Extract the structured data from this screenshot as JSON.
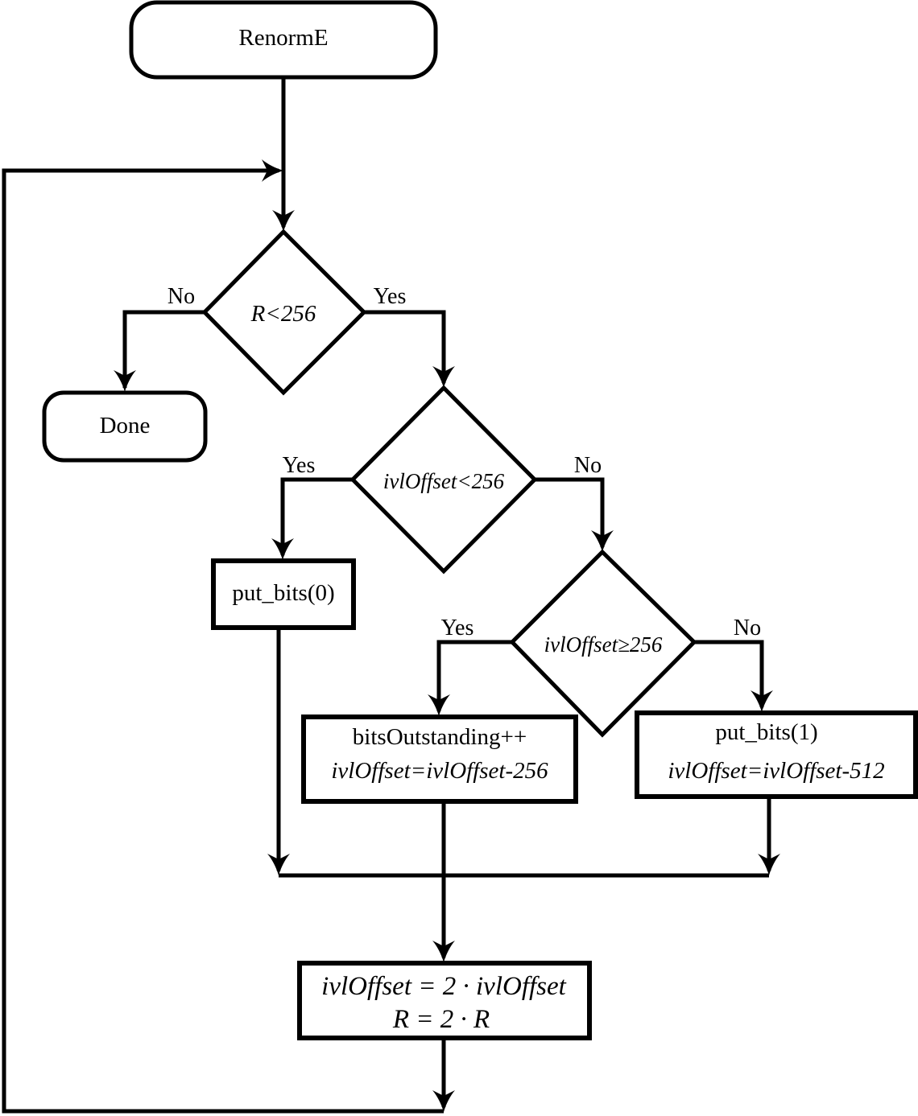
{
  "diagram": {
    "title": "RenormE flowchart",
    "nodes": {
      "start": {
        "label": "RenormE",
        "type": "terminal"
      },
      "done": {
        "label": "Done",
        "type": "terminal"
      },
      "cond_r": {
        "label": "R<256",
        "type": "decision"
      },
      "cond_low": {
        "label": "ivlOffset<256",
        "type": "decision"
      },
      "cond_high": {
        "label": "ivlOffset≥256",
        "type": "decision"
      },
      "put0": {
        "label": "put_bits(0)",
        "type": "process"
      },
      "outstanding": {
        "line1": "bitsOutstanding++",
        "line2": "ivlOffset=ivlOffset-256",
        "type": "process"
      },
      "put1": {
        "line1": "put_bits(1)",
        "line2": "ivlOffset=ivlOffset-512",
        "type": "process"
      },
      "double": {
        "line1": "ivlOffset = 2 · ivlOffset",
        "line2": "R = 2 · R",
        "type": "process"
      }
    },
    "edge_labels": {
      "r_no": "No",
      "r_yes": "Yes",
      "low_yes": "Yes",
      "low_no": "No",
      "high_yes": "Yes",
      "high_no": "No"
    },
    "colors": {
      "stroke": "#000000",
      "fill": "#ffffff"
    }
  }
}
